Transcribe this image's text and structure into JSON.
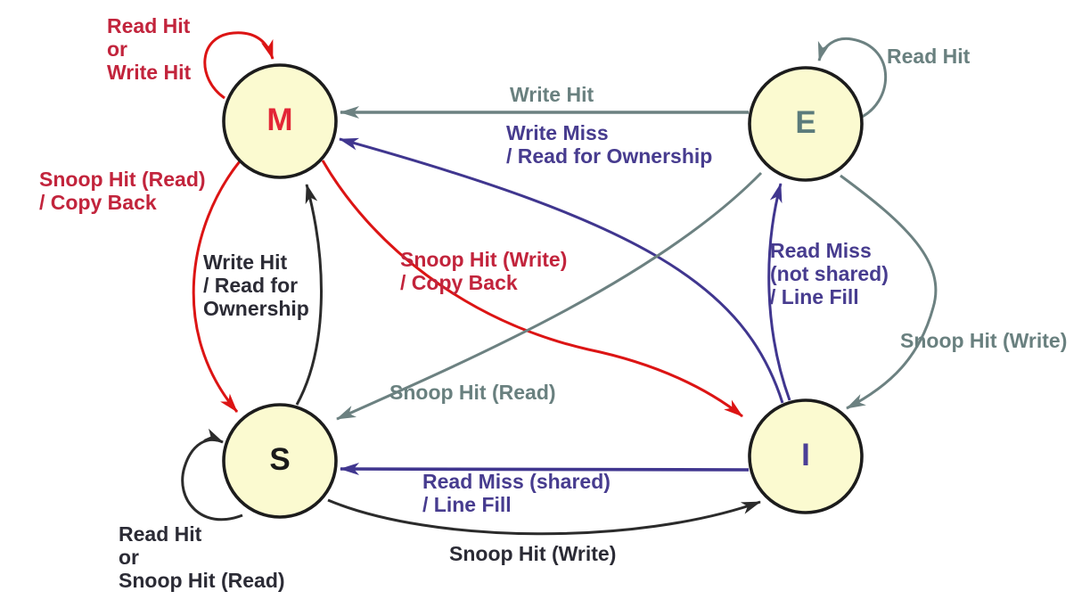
{
  "diagram": {
    "colors": {
      "node_fill": "#FBFAD0",
      "node_stroke": "#1c1c1c",
      "red": "#DC1414",
      "dark_red": "#C2243C",
      "gray": "#6C8181",
      "gray_text": "#69807F",
      "purple": "#40368F",
      "purple_text": "#473C8F",
      "black": "#2B2B2B",
      "black_text": "#2B2B35",
      "m_letter": "#E32636",
      "e_letter": "#5B7B7B",
      "s_letter": "#1A1A1A",
      "i_letter": "#4B3F96"
    },
    "states": [
      {
        "id": "M",
        "label": "M"
      },
      {
        "id": "E",
        "label": "E"
      },
      {
        "id": "S",
        "label": "S"
      },
      {
        "id": "I",
        "label": "I"
      }
    ],
    "transitions": [
      {
        "name": "m-self",
        "from": "M",
        "to": "M",
        "label": "Read Hit\nor\nWrite Hit"
      },
      {
        "name": "e-self",
        "from": "E",
        "to": "E",
        "label": "Read Hit"
      },
      {
        "name": "e-to-m",
        "from": "E",
        "to": "M",
        "label": "Write Hit"
      },
      {
        "name": "i-to-m",
        "from": "I",
        "to": "M",
        "label": "Write Miss\n/ Read for Ownership"
      },
      {
        "name": "m-to-s",
        "from": "M",
        "to": "S",
        "label": "Snoop Hit (Read)\n/ Copy Back"
      },
      {
        "name": "s-to-m",
        "from": "S",
        "to": "M",
        "label": "Write Hit\n/ Read for\nOwnership"
      },
      {
        "name": "m-to-i",
        "from": "M",
        "to": "I",
        "label": "Snoop Hit (Write)\n/ Copy Back"
      },
      {
        "name": "i-to-e",
        "from": "I",
        "to": "E",
        "label": "Read Miss\n(not shared)\n/ Line Fill"
      },
      {
        "name": "e-to-i",
        "from": "E",
        "to": "I",
        "label": "Snoop Hit (Write)"
      },
      {
        "name": "e-to-s",
        "from": "E",
        "to": "S",
        "label": "Snoop Hit (Read)"
      },
      {
        "name": "i-to-s",
        "from": "I",
        "to": "S",
        "label": "Read Miss (shared)\n/ Line Fill"
      },
      {
        "name": "s-to-i",
        "from": "S",
        "to": "I",
        "label": "Snoop Hit (Write)"
      },
      {
        "name": "s-self",
        "from": "S",
        "to": "S",
        "label": "Read Hit\nor\nSnoop Hit (Read)"
      }
    ]
  }
}
